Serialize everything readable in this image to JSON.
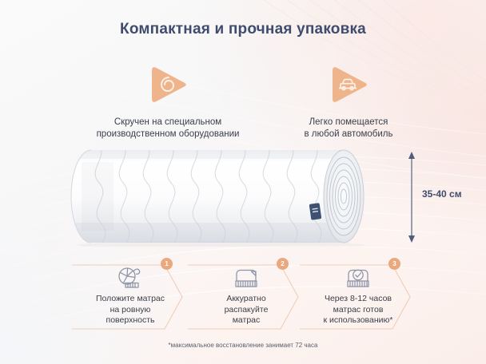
{
  "title": "Компактная и прочная упаковка",
  "features": [
    {
      "icon": "spiral-roll-icon",
      "line1": "Скручен на специальном",
      "line2": "производственном оборудовании"
    },
    {
      "icon": "car-icon",
      "line1": "Легко помещается",
      "line2": "в любой автомобиль"
    }
  ],
  "product": {
    "image_name": "rolled-mattress",
    "brand_tag": ""
  },
  "dimension": {
    "label": "35-40 см"
  },
  "steps": [
    {
      "number": "1",
      "icon": "rolled-mattress-icon",
      "line1": "Положите матрас",
      "line2": "на ровную",
      "line3": "поверхность"
    },
    {
      "number": "2",
      "icon": "unpack-mattress-icon",
      "line1": "Аккуратно",
      "line2": "распакуйте",
      "line3": "матрас"
    },
    {
      "number": "3",
      "icon": "mattress-check-icon",
      "line1": "Через 8-12 часов",
      "line2": "матрас готов",
      "line3": "к использованию*"
    }
  ],
  "footnote": "*максимальное восстановление занимает 72 часа",
  "colors": {
    "title": "#3f4c6e",
    "accent": "#eaa87f",
    "body_text": "#3a3f49",
    "outline": "#f0cdb6"
  }
}
